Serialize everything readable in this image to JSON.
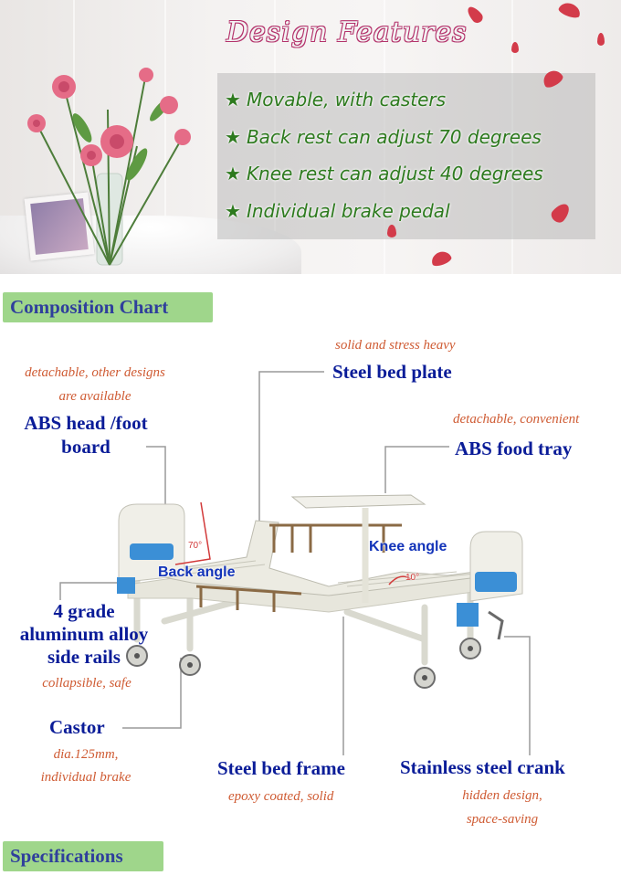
{
  "banner": {
    "title": "Design Features",
    "features": [
      "Movable, with casters",
      "Back rest can adjust 70 degrees",
      "Knee rest can adjust 40 degrees",
      "Individual brake pedal"
    ]
  },
  "composition": {
    "header": "Composition Chart",
    "steel_plate": {
      "note": "solid and stress heavy",
      "label": "Steel bed plate"
    },
    "head_board": {
      "note1": "detachable, other designs",
      "note2": "are available",
      "label1": "ABS head /foot",
      "label2": "board"
    },
    "food_tray": {
      "note": "detachable, convenient",
      "label": "ABS food tray"
    },
    "side_rails": {
      "label1": "4 grade",
      "label2": "aluminum alloy",
      "label3": "side rails",
      "note": "collapsible, safe"
    },
    "castor": {
      "label": "Castor",
      "note1": "dia.125mm,",
      "note2": "individual brake"
    },
    "bed_frame": {
      "label": "Steel bed frame",
      "note": "epoxy coated, solid"
    },
    "crank": {
      "label": "Stainless steel crank",
      "note1": "hidden design,",
      "note2": "space-saving"
    },
    "bed_image": {
      "back_angle_label": "Back angle",
      "back_angle_value": "70°",
      "knee_angle_label": "Knee angle",
      "knee_angle_value": "10°"
    }
  },
  "specifications": {
    "header": "Specifications"
  },
  "colors": {
    "header_bg": "#9fd68b",
    "label_blue": "#0a1c98",
    "note_orange": "#cf5b33",
    "feature_green": "#2d7a1e",
    "title_pink": "#b8346e",
    "bed_blue": "#3b8fd6"
  }
}
